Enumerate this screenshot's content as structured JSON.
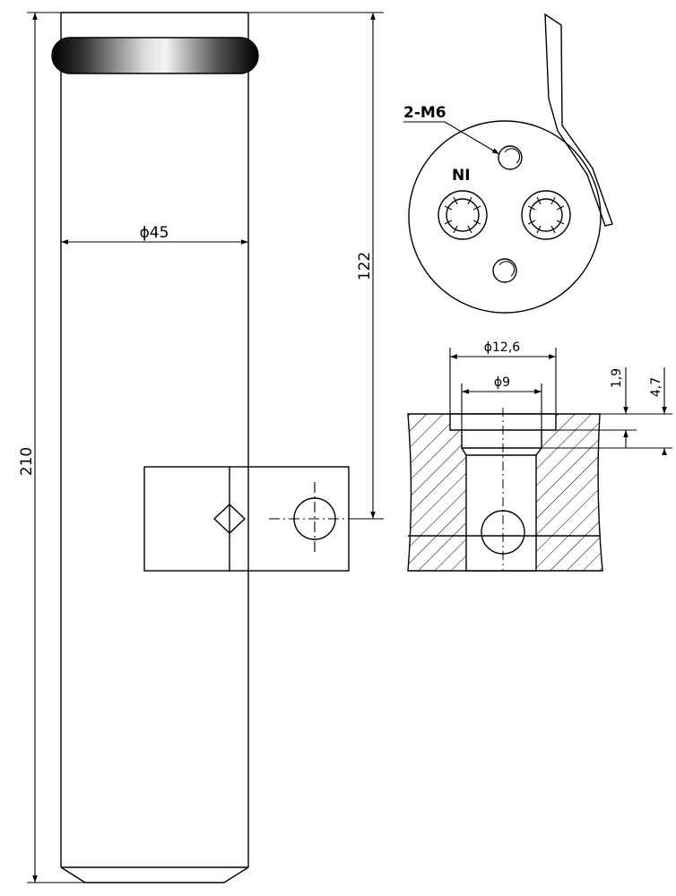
{
  "dimensions": {
    "total_length": "210",
    "diameter": "ϕ45",
    "bracket_height": "122",
    "port_outer_diameter": "ϕ12,6",
    "port_inner_diameter": "ϕ9",
    "depth_small": "1,9",
    "depth_large": "4,7"
  },
  "labels": {
    "thread": "2-M6",
    "inlet": "NI"
  }
}
